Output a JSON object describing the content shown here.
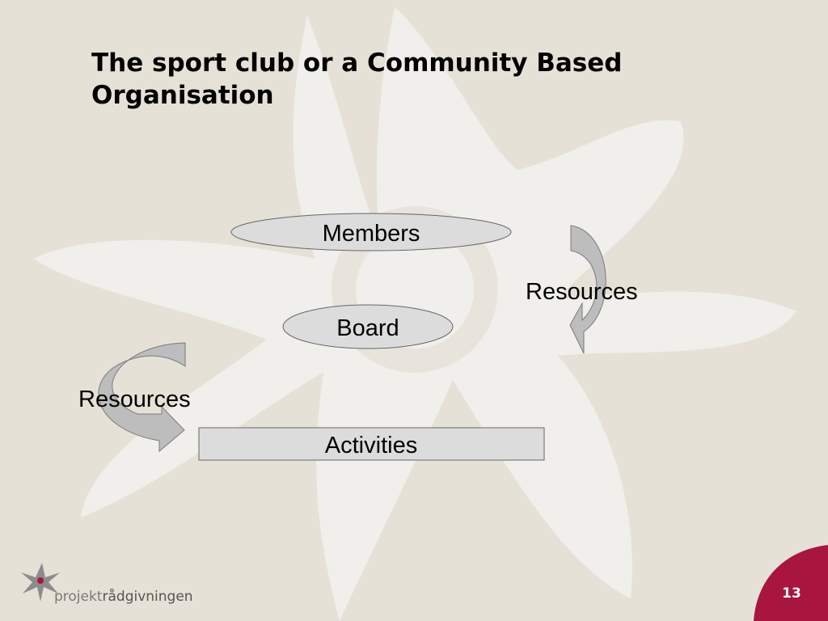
{
  "slide": {
    "title_line1": "The sport club or a Community Based",
    "title_line2": "Organisation",
    "page_number": "13"
  },
  "diagram": {
    "nodes": {
      "members": "Members",
      "board": "Board",
      "activities": "Activities"
    },
    "resources_right": "Resources",
    "resources_left": "Resources"
  },
  "logo": {
    "text_prefix": "projekt",
    "text_suffix": "rådgivningen",
    "icon": "star-logo-icon"
  },
  "colors": {
    "background": "#e6e1d6",
    "star": "#f1efec",
    "shape_fill": "#dcdcdc",
    "arrow_fill": "#bdbdbd",
    "accent": "#a8153f"
  }
}
